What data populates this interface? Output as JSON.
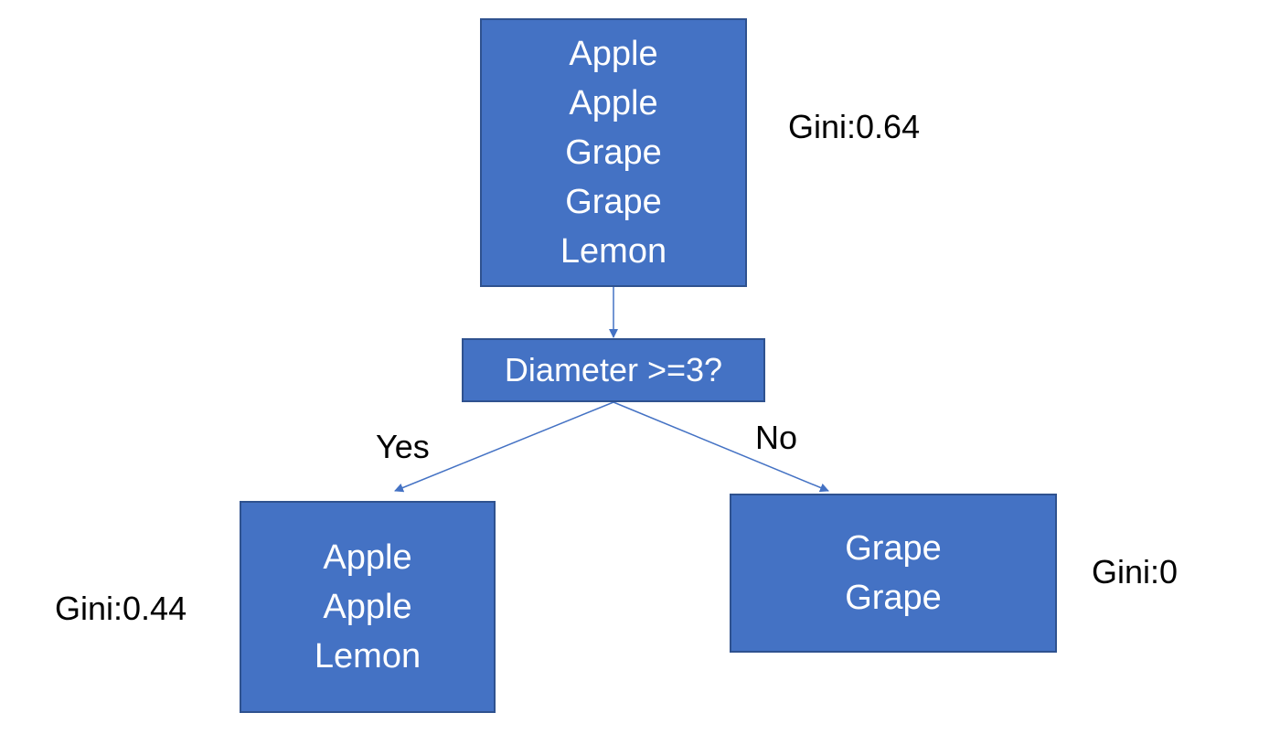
{
  "root": {
    "items": [
      "Apple",
      "Apple",
      "Grape",
      "Grape",
      "Lemon"
    ],
    "gini": "Gini:0.64"
  },
  "question": {
    "text": "Diameter >=3?"
  },
  "edges": {
    "yes_label": "Yes",
    "no_label": "No"
  },
  "left_child": {
    "items": [
      "Apple",
      "Apple",
      "Lemon"
    ],
    "gini": "Gini:0.44"
  },
  "right_child": {
    "items": [
      "Grape",
      "Grape"
    ],
    "gini": "Gini:0"
  },
  "colors": {
    "node_fill": "#4472C4",
    "node_border": "#2F528F",
    "arrow": "#4472C4",
    "node_text": "#FFFFFF",
    "label_text": "#000000"
  }
}
